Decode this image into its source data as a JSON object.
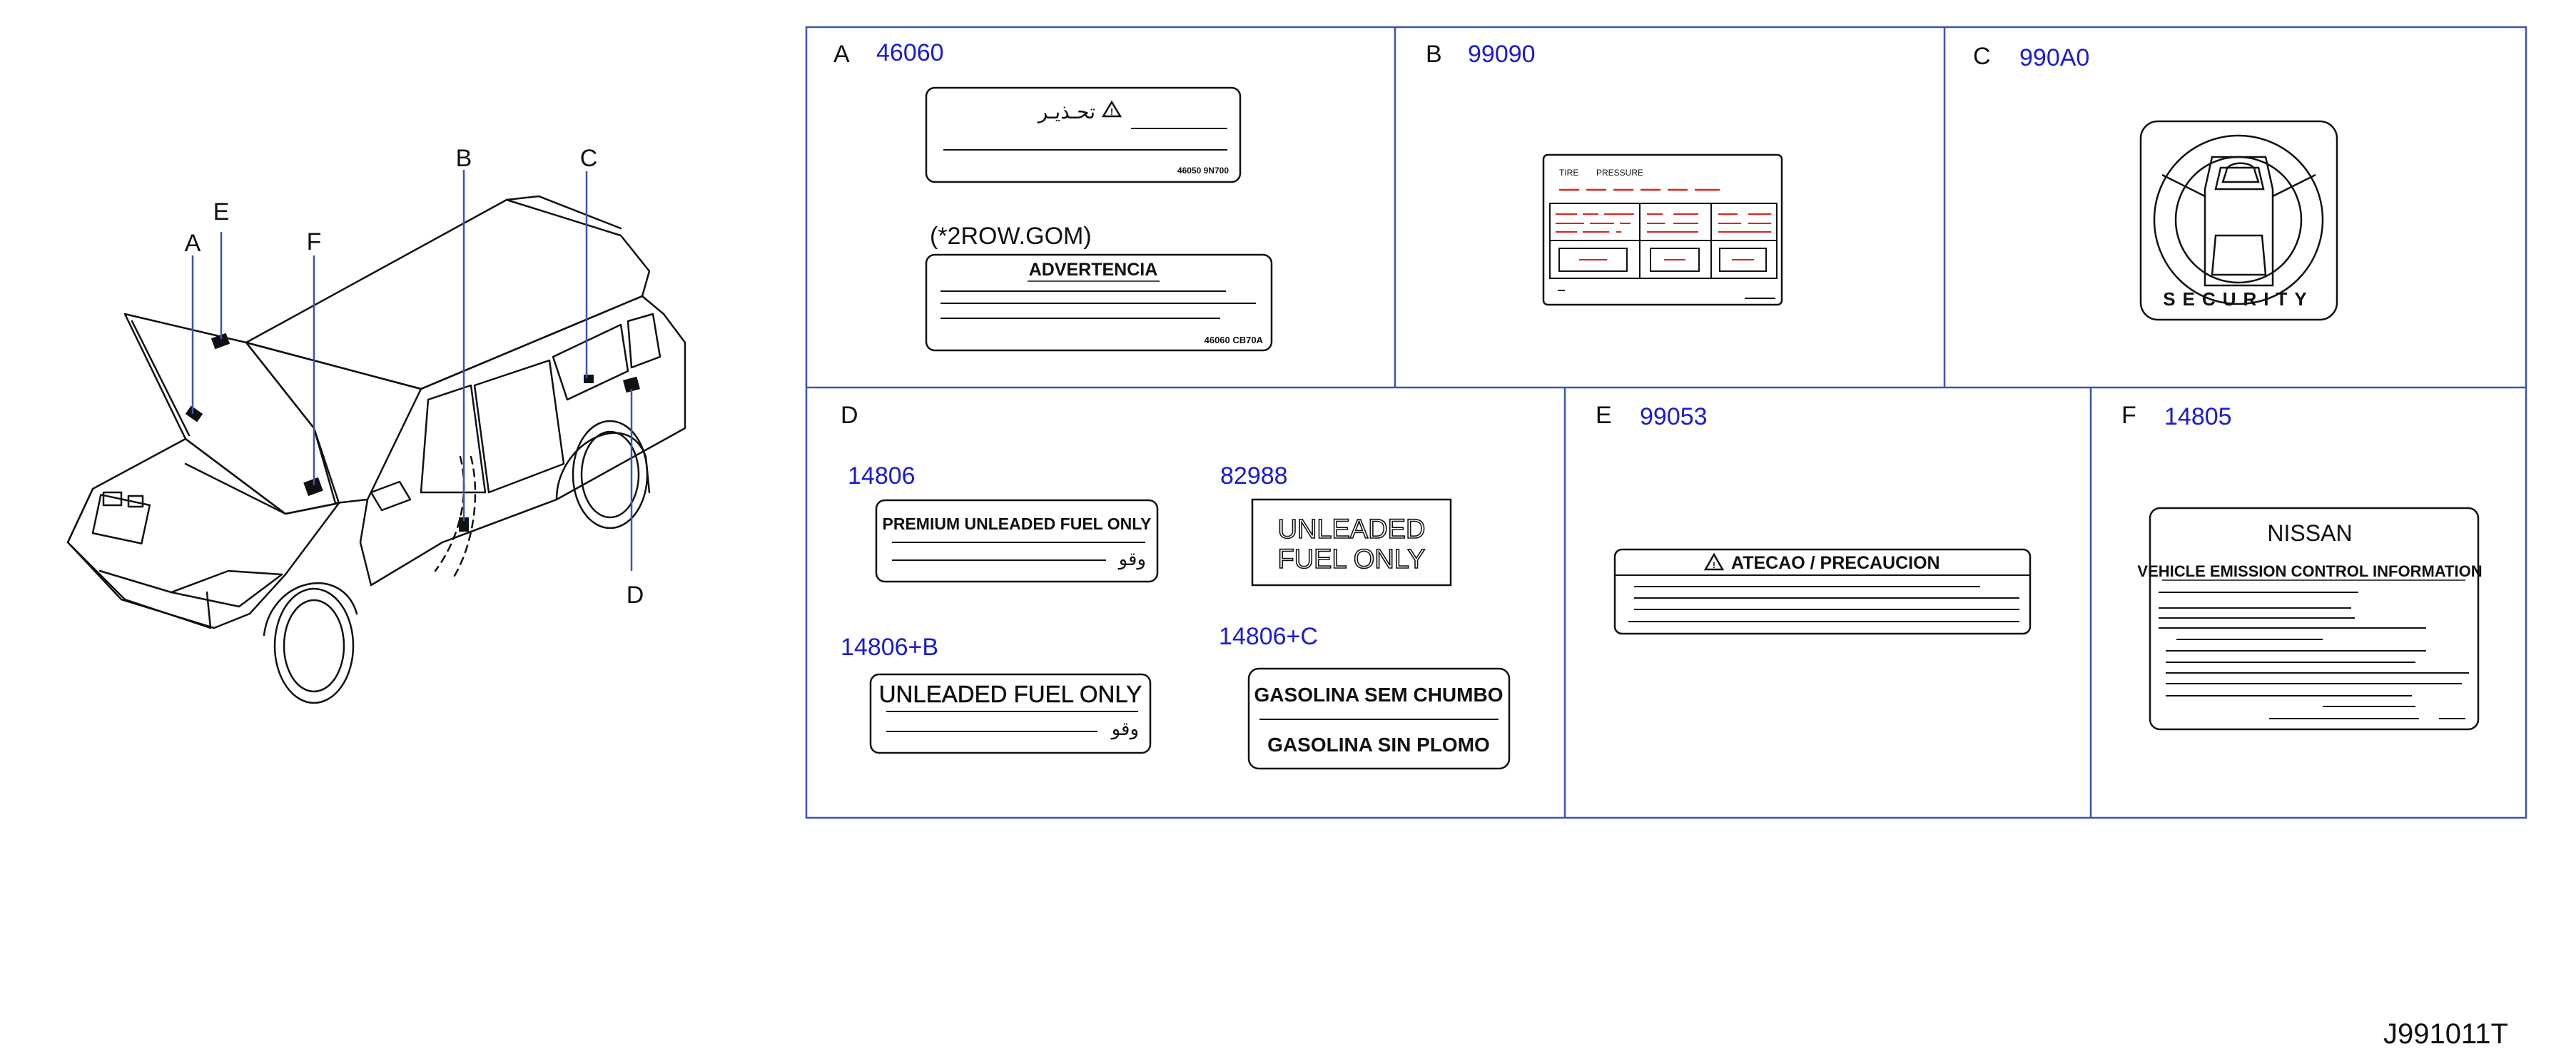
{
  "car": {
    "callouts": [
      "A",
      "E",
      "F",
      "B",
      "C",
      "D"
    ]
  },
  "panels": {
    "A": {
      "letter": "A",
      "part": "46060",
      "label1_arabic": "تحـذيـر",
      "label1_code": "46050 9N700",
      "note": "(*2ROW.GOM)",
      "label2_title": "ADVERTENCIA",
      "label2_code": "46060 CB70A"
    },
    "B": {
      "letter": "B",
      "part": "99090",
      "tire": "TIRE",
      "pressure": "PRESSURE"
    },
    "C": {
      "letter": "C",
      "part": "990A0",
      "security": "SECURITY"
    },
    "D": {
      "letter": "D",
      "items": [
        {
          "part": "14806",
          "line1": "PREMIUM UNLEADED FUEL ONLY",
          "line2": "وقو"
        },
        {
          "part": "82988",
          "line1": "UNLEADED",
          "line2": "FUEL ONLY"
        },
        {
          "part": "14806+B",
          "line1": "UNLEADED FUEL ONLY",
          "line2": "وقو"
        },
        {
          "part": "14806+C",
          "line1": "GASOLINA SEM CHUMBO",
          "line2": "GASOLINA SIN PLOMO"
        }
      ]
    },
    "E": {
      "letter": "E",
      "part": "99053",
      "title": "ATECAO / PRECAUCION"
    },
    "F": {
      "letter": "F",
      "part": "14805",
      "brand": "NISSAN",
      "title": "VEHICLE EMISSION CONTROL INFORMATION"
    }
  },
  "figure_code": "J991011T",
  "colors": {
    "frame": "#3b55b5",
    "part_number": "#1a1ad6",
    "red_dash": "#e02020",
    "ink": "#111111"
  }
}
